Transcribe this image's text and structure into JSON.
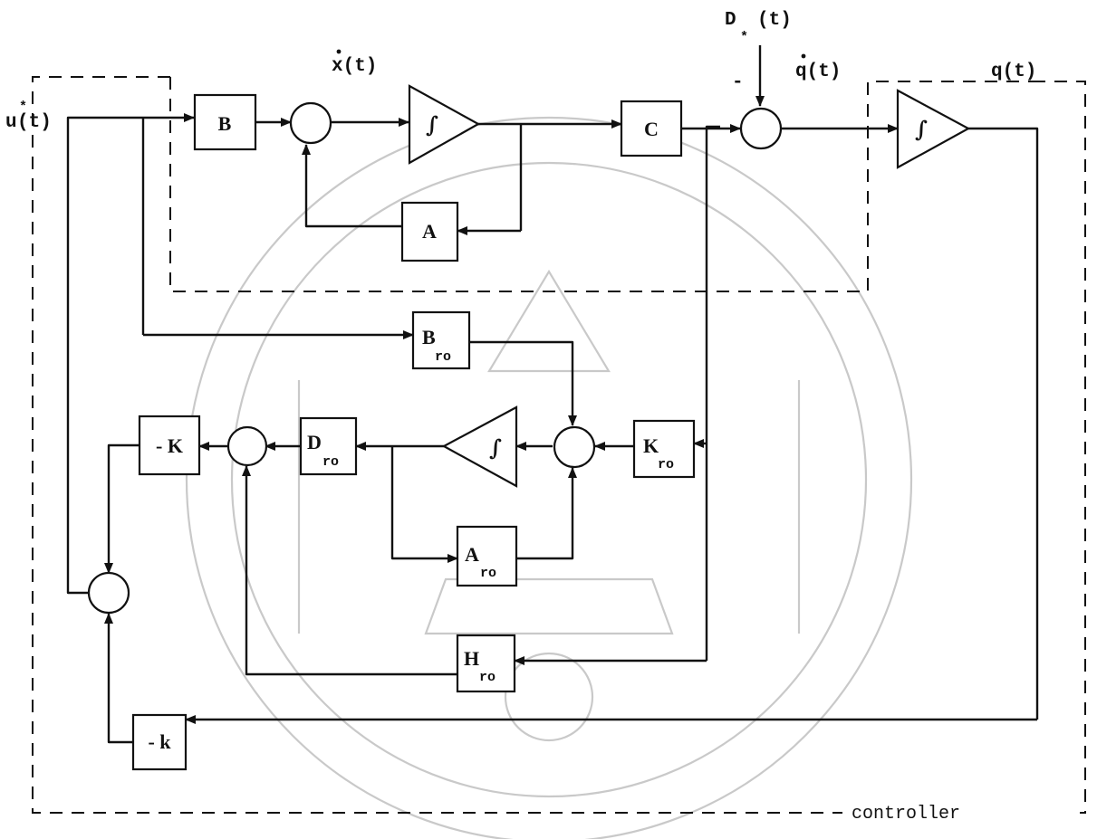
{
  "signals": {
    "u": "u",
    "u_star": "*",
    "u_arg": "(t)",
    "x_dot": "x(t)",
    "D": "D",
    "D_sub": "*",
    "D_arg": "(t)",
    "q_dot": "q(t)",
    "q": "q(t)",
    "minus_sign": "-"
  },
  "blocks": {
    "B": "B",
    "C": "C",
    "A": "A",
    "B_ro": "B",
    "K_ro": "K",
    "D_ro": "D",
    "A_ro": "A",
    "H_ro": "H",
    "ro_subscript": "ro",
    "neg_K": "- K",
    "neg_k": "- k",
    "integrator": "∫"
  },
  "boundary": {
    "controller_label": "controller"
  },
  "colors": {
    "line": "#111111",
    "watermark": "#c9c9c9"
  }
}
